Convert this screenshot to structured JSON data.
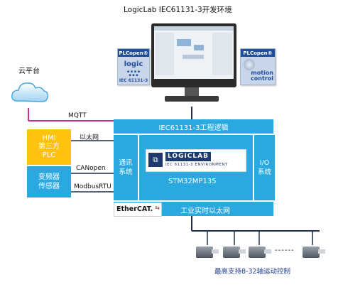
{
  "title": "LogicLab IEC61131-3开发环境",
  "badges": {
    "left": {
      "header": "PLCopen®",
      "main": "logic",
      "footer": "IEC 61131-3"
    },
    "right": {
      "header": "PLCopen®",
      "main": "motion control",
      "footer": ""
    }
  },
  "cloud_label": "云平台",
  "mqtt_label": "MQTT",
  "ethernet_label": "以太网",
  "canopen_label": "CANopen",
  "modbus_label": "ModbusRTU",
  "hmi_box": "HMI\n第三方\nPLC",
  "sensor_box": "变频器\n传感器",
  "top_bar": "IEC61131-3工程逻辑",
  "comm_box": "通讯\n系统",
  "io_box": "I/O\n系统",
  "logiclab_logo": "LOGICLAB",
  "logiclab_sub": "IEC 61131-3 ENVIRONMENT",
  "soc_label": "STM32MP135",
  "ethercat_logo": "EtherCAT.",
  "ethercat_bar": "工业实时以太网",
  "dots": "------",
  "motor_caption": "最高支持8-32轴运动控制",
  "colors": {
    "blue": "#29a9e0",
    "yellow": "#ffc20e",
    "magenta": "#d2278c",
    "dark": "#1f2e4a"
  }
}
